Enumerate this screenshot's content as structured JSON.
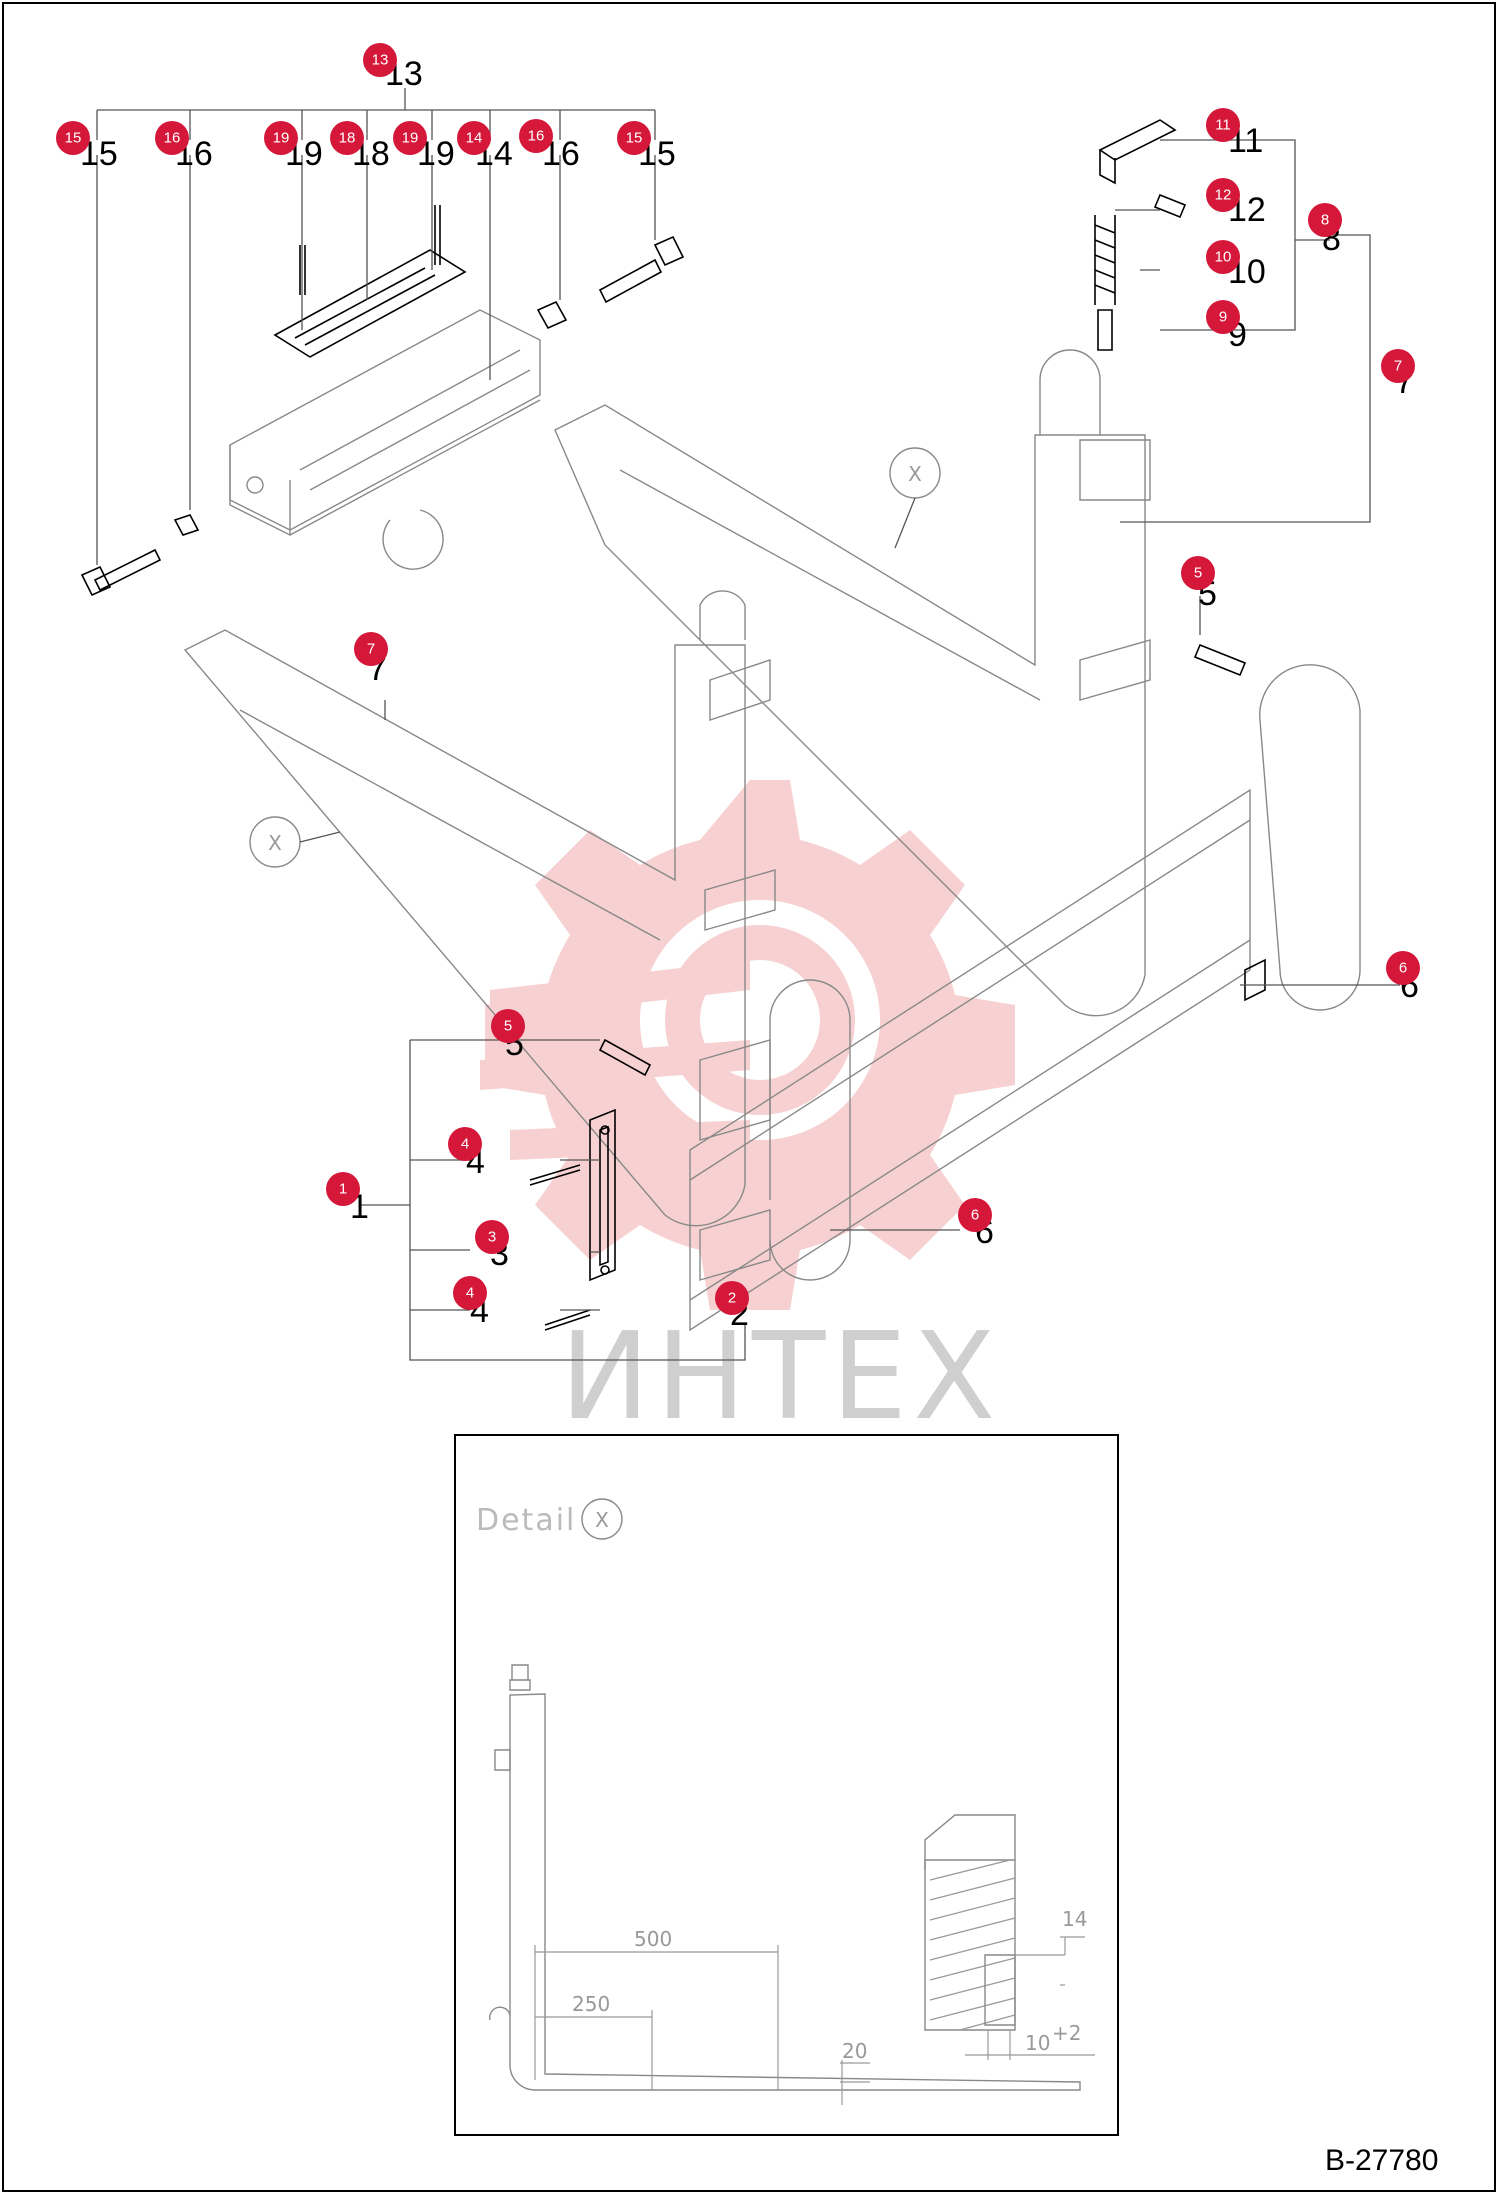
{
  "drawing_code": "B-27780",
  "watermark": "ИНТЕХ",
  "detail": {
    "title": "Detail",
    "marker": "X"
  },
  "view_marker": "X",
  "dimensions": {
    "d500": "500",
    "d250": "250",
    "d20": "20",
    "d14": "14",
    "d10": "10",
    "d10_tol": "+2"
  },
  "colors": {
    "badge": "#d5173a",
    "watermark": "#f6c9c9"
  },
  "callouts": [
    {
      "id": "c13",
      "label": "13"
    },
    {
      "id": "c15a",
      "label": "15"
    },
    {
      "id": "c16a",
      "label": "16"
    },
    {
      "id": "c19a",
      "label": "19"
    },
    {
      "id": "c18",
      "label": "18"
    },
    {
      "id": "c19b",
      "label": "19"
    },
    {
      "id": "c14",
      "label": "14"
    },
    {
      "id": "c16b",
      "label": "16"
    },
    {
      "id": "c15b",
      "label": "15"
    },
    {
      "id": "c11",
      "label": "11"
    },
    {
      "id": "c12",
      "label": "12"
    },
    {
      "id": "c8",
      "label": "8"
    },
    {
      "id": "c10",
      "label": "10"
    },
    {
      "id": "c9",
      "label": "9"
    },
    {
      "id": "c7a",
      "label": "7"
    },
    {
      "id": "c5a",
      "label": "5"
    },
    {
      "id": "c7b",
      "label": "7"
    },
    {
      "id": "c6a",
      "label": "6"
    },
    {
      "id": "c5b",
      "label": "5"
    },
    {
      "id": "c4a",
      "label": "4"
    },
    {
      "id": "c1",
      "label": "1"
    },
    {
      "id": "c3",
      "label": "3"
    },
    {
      "id": "c6b",
      "label": "6"
    },
    {
      "id": "c4b",
      "label": "4"
    },
    {
      "id": "c2",
      "label": "2"
    }
  ]
}
